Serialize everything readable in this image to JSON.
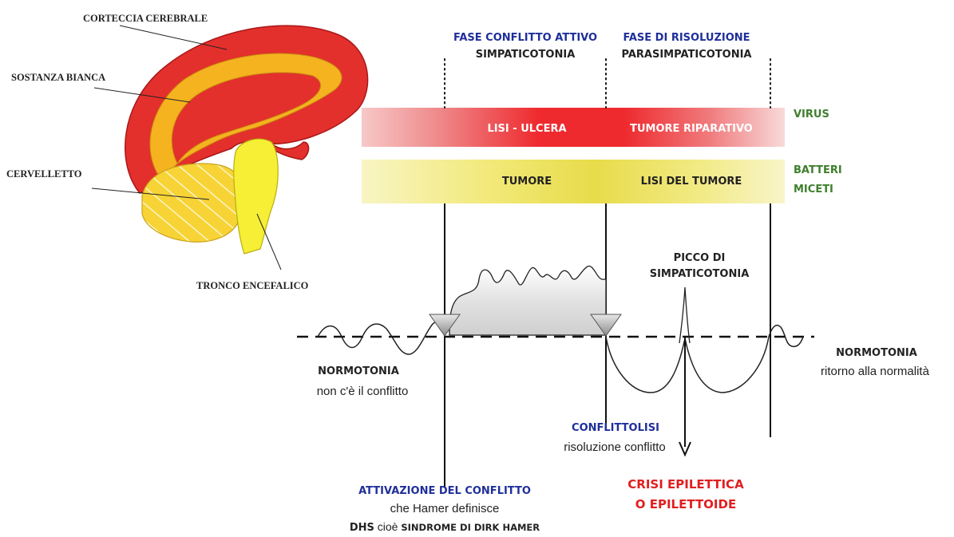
{
  "brain": {
    "labels": {
      "cortex": "CORTECCIA CEREBRALE",
      "white_matter": "SOSTANZA BIANCA",
      "cerebellum": "CERVELLETTO",
      "brainstem": "TRONCO ENCEFALICO"
    }
  },
  "phases": {
    "active": {
      "title": "FASE CONFLITTO ATTIVO",
      "subtitle": "SIMPATICOTONIA"
    },
    "resolution": {
      "title": "FASE DI RISOLUZIONE",
      "subtitle": "PARASIMPATICOTONIA"
    }
  },
  "bands": {
    "red": {
      "active": "LISI - ULCERA",
      "resolution": "TUMORE RIPARATIVO",
      "agent": "VIRUS"
    },
    "yellow": {
      "active": "TUMORE",
      "resolution": "LISI DEL TUMORE",
      "agent_line1": "BATTERI",
      "agent_line2": "MICETI"
    }
  },
  "peak": {
    "line1": "PICCO DI",
    "line2": "SIMPATICOTONIA"
  },
  "normotonia_left": {
    "title": "NORMOTONIA",
    "text": "non c'è il conflitto"
  },
  "normotonia_right": {
    "title": "NORMOTONIA",
    "text": "ritorno alla normalità"
  },
  "conflittolisi": {
    "title": "CONFLITTOLISI",
    "text": "risoluzione conflitto"
  },
  "activation": {
    "title": "ATTIVAZIONE DEL CONFLITTO",
    "line2": "che Hamer definisce",
    "dhs_bold": "DHS",
    "dhs_mid": " cioè ",
    "dhs_caps": "SINDROME DI DIRK HAMER"
  },
  "crisis": {
    "line1": "CRISI EPILETTICA",
    "line2": "O EPILETTOIDE"
  },
  "colors": {
    "red": "#e8262a",
    "orange": "#f5b31f",
    "yellow": "#f6ef35",
    "blue_text": "#1f2f9a",
    "green_text": "#3f7f2d",
    "crisis_red": "#e01f1f"
  }
}
